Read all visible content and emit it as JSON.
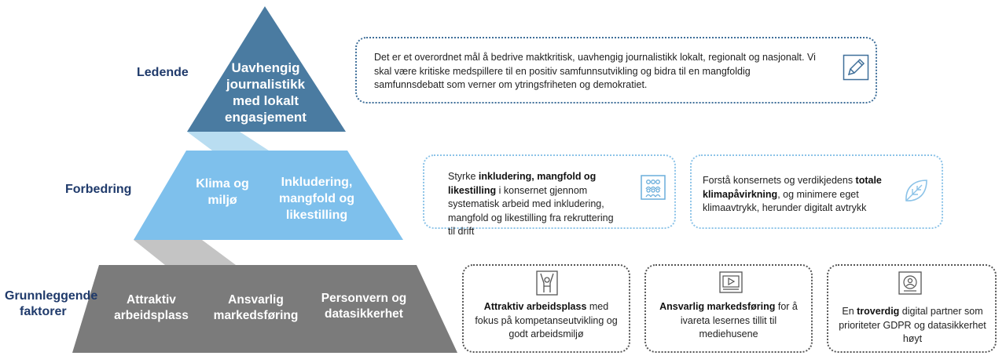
{
  "levels": {
    "top": "Ledende",
    "middle": "Forbedring",
    "bottom_line1": "Grunnleggende",
    "bottom_line2": "faktorer"
  },
  "pyramid": {
    "top": {
      "lines": [
        "Uavhengig",
        "journalistikk",
        "med lokalt",
        "engasjement"
      ],
      "color": "#4a7ba1"
    },
    "middle": {
      "left_lines": [
        "Klima og",
        "miljø"
      ],
      "right_lines": [
        "Inkludering,",
        "mangfold og",
        "likestilling"
      ],
      "color": "#7ec0ec"
    },
    "bottom": {
      "items": [
        {
          "lines": [
            "Attraktiv",
            "arbeidsplass"
          ]
        },
        {
          "lines": [
            "Ansvarlig",
            "markedsføring"
          ]
        },
        {
          "lines": [
            "Personvern og",
            "datasikkerhet"
          ]
        }
      ],
      "color": "#7b7b7b"
    }
  },
  "boxes": {
    "top": {
      "text": "Det er et overordnet mål å bedrive maktkritisk, uavhengig journalistikk lokalt, regionalt og nasjonalt. Vi skal være kritiske medspillere til en positiv samfunnsutvikling og bidra til en mangfoldig samfunnsdebatt som verner om ytringsfriheten og demokratiet.",
      "icon": "pencil-icon"
    },
    "inclusion": {
      "pre": "Styrke ",
      "bold": "inkludering, mangfold og likestilling",
      "post": " i konsernet gjennom systematisk arbeid med inkludering, mangfold og likestilling fra rekruttering til drift",
      "icon": "people-group-icon"
    },
    "climate": {
      "pre": "Forstå konsernets og verdikjedens ",
      "bold": "totale klimapåvirkning",
      "post": ", og minimere eget klimaavtrykk, herunder digitalt avtrykk",
      "icon": "leaf-icon"
    },
    "workplace": {
      "bold": "Attraktiv arbeidsplass",
      "post": " med fokus på kompetanseutvikling og godt arbeidsmiljø",
      "icon": "hands-up-icon"
    },
    "marketing": {
      "bold": "Ansvarlig markedsføring",
      "post": " for å ivareta lesernes tillit til mediehusene",
      "icon": "video-player-icon"
    },
    "privacy": {
      "pre": "En ",
      "bold": "troverdig",
      "post": " digital partner som prioriteter GDPR og datasikkerhet høyt",
      "icon": "secure-profile-icon"
    }
  }
}
